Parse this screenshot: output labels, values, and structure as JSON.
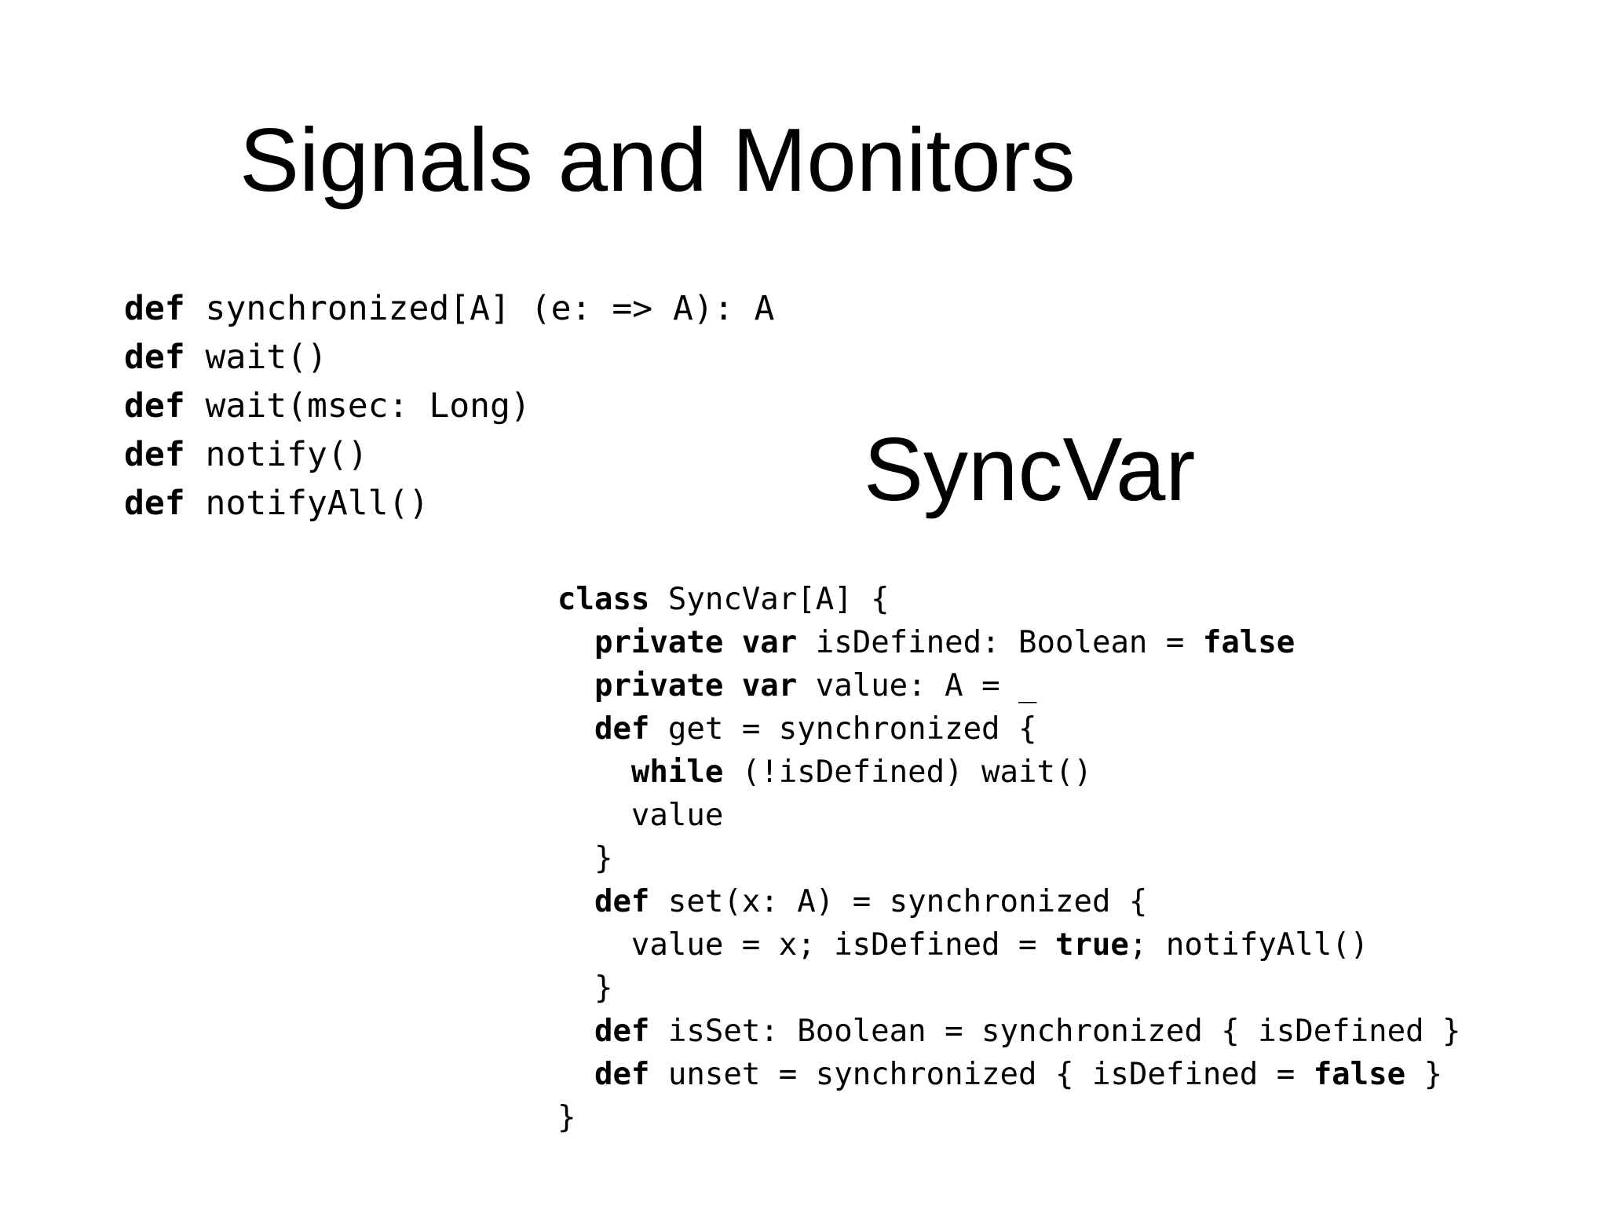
{
  "slide": {
    "title": "Signals and Monitors",
    "subtitle": "SyncVar"
  },
  "api_code": {
    "lines": [
      [
        {
          "text": "def",
          "kw": true
        },
        {
          "text": " synchronized[A] (e: => A): A",
          "kw": false
        }
      ],
      [
        {
          "text": "def",
          "kw": true
        },
        {
          "text": " wait()",
          "kw": false
        }
      ],
      [
        {
          "text": "def",
          "kw": true
        },
        {
          "text": " wait(msec: Long)",
          "kw": false
        }
      ],
      [
        {
          "text": "def",
          "kw": true
        },
        {
          "text": " notify()",
          "kw": false
        }
      ],
      [
        {
          "text": "def",
          "kw": true
        },
        {
          "text": " notifyAll()",
          "kw": false
        }
      ]
    ]
  },
  "class_code": {
    "lines": [
      [
        {
          "text": "class",
          "kw": true
        },
        {
          "text": " SyncVar[A] {",
          "kw": false
        }
      ],
      [
        {
          "text": "  ",
          "kw": false
        },
        {
          "text": "private",
          "kw": true
        },
        {
          "text": " ",
          "kw": false
        },
        {
          "text": "var",
          "kw": true
        },
        {
          "text": " isDefined: Boolean = ",
          "kw": false
        },
        {
          "text": "false",
          "kw": true
        }
      ],
      [
        {
          "text": "  ",
          "kw": false
        },
        {
          "text": "private",
          "kw": true
        },
        {
          "text": " ",
          "kw": false
        },
        {
          "text": "var",
          "kw": true
        },
        {
          "text": " value: A = _",
          "kw": false
        }
      ],
      [
        {
          "text": "  ",
          "kw": false
        },
        {
          "text": "def",
          "kw": true
        },
        {
          "text": " get = synchronized {",
          "kw": false
        }
      ],
      [
        {
          "text": "    ",
          "kw": false
        },
        {
          "text": "while",
          "kw": true
        },
        {
          "text": " (!isDefined) wait()",
          "kw": false
        }
      ],
      [
        {
          "text": "    value",
          "kw": false
        }
      ],
      [
        {
          "text": "  }",
          "kw": false
        }
      ],
      [
        {
          "text": "  ",
          "kw": false
        },
        {
          "text": "def",
          "kw": true
        },
        {
          "text": " set(x: A) = synchronized {",
          "kw": false
        }
      ],
      [
        {
          "text": "    value = x; isDefined = ",
          "kw": false
        },
        {
          "text": "true",
          "kw": true
        },
        {
          "text": "; notifyAll()",
          "kw": false
        }
      ],
      [
        {
          "text": "  }",
          "kw": false
        }
      ],
      [
        {
          "text": "  ",
          "kw": false
        },
        {
          "text": "def",
          "kw": true
        },
        {
          "text": " isSet: Boolean = synchronized { isDefined }",
          "kw": false
        }
      ],
      [
        {
          "text": "  ",
          "kw": false
        },
        {
          "text": "def",
          "kw": true
        },
        {
          "text": " unset = synchronized { isDefined = ",
          "kw": false
        },
        {
          "text": "false",
          "kw": true
        },
        {
          "text": " }",
          "kw": false
        }
      ],
      [
        {
          "text": "}",
          "kw": false
        }
      ]
    ]
  }
}
